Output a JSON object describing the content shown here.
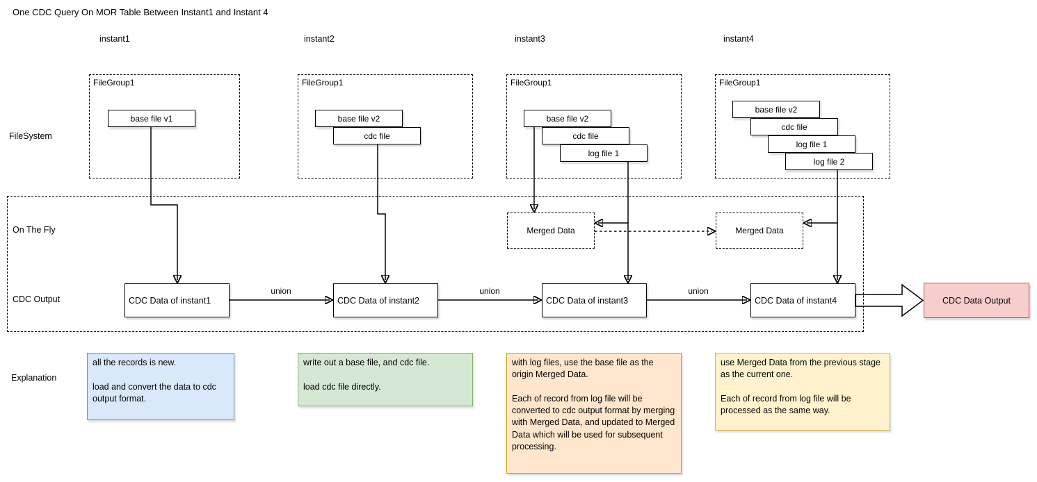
{
  "title": "One CDC Query On MOR Table Between Instant1 and Instant 4",
  "column_headers": [
    "instant1",
    "instant2",
    "instant3",
    "instant4"
  ],
  "row_labels": {
    "filesystem": "FileSystem",
    "on_the_fly": "On The Fly",
    "cdc_output": "CDC Output",
    "explanation": "Explanation"
  },
  "filegroups": [
    {
      "label": "FileGroup1",
      "files": [
        "base file v1"
      ]
    },
    {
      "label": "FileGroup1",
      "files": [
        "base file v2",
        "cdc file"
      ]
    },
    {
      "label": "FileGroup1",
      "files": [
        "base file v2",
        "cdc file",
        "log file 1"
      ]
    },
    {
      "label": "FileGroup1",
      "files": [
        "base file v2",
        "cdc file",
        "log file 1",
        "log file 2"
      ]
    }
  ],
  "merged_data": [
    {
      "label": "Merged Data"
    },
    {
      "label": "Merged Data"
    }
  ],
  "cdc_boxes": [
    {
      "label": "CDC Data of instant1"
    },
    {
      "label": "CDC Data of instant2"
    },
    {
      "label": "CDC Data of instant3"
    },
    {
      "label": "CDC Data of instant4"
    }
  ],
  "union_label": "union",
  "output_box": {
    "label": "CDC Data Output",
    "fill": "#f8cecc",
    "border": "#b85450"
  },
  "explanations": [
    {
      "text": "all the records is new.\n\nload and convert the data to cdc output format.",
      "fill": "#dae8fc",
      "border": "#6c8ebf"
    },
    {
      "text": "write out a base file, and cdc file.\n\nload cdc file directly.",
      "fill": "#d5e8d4",
      "border": "#82b366"
    },
    {
      "text": "with log files, use the base file as the origin Merged Data.\n\nEach of record from log file will be converted to cdc output format by merging with Merged Data, and updated to Merged Data which will be used for subsequent processing.",
      "fill": "#ffe6cc",
      "border": "#d79b00"
    },
    {
      "text": "use Merged Data from the previous stage as the current one.\n\nEach of record from log file will be processed as the same way.",
      "fill": "#fff2cc",
      "border": "#d6b656"
    }
  ]
}
